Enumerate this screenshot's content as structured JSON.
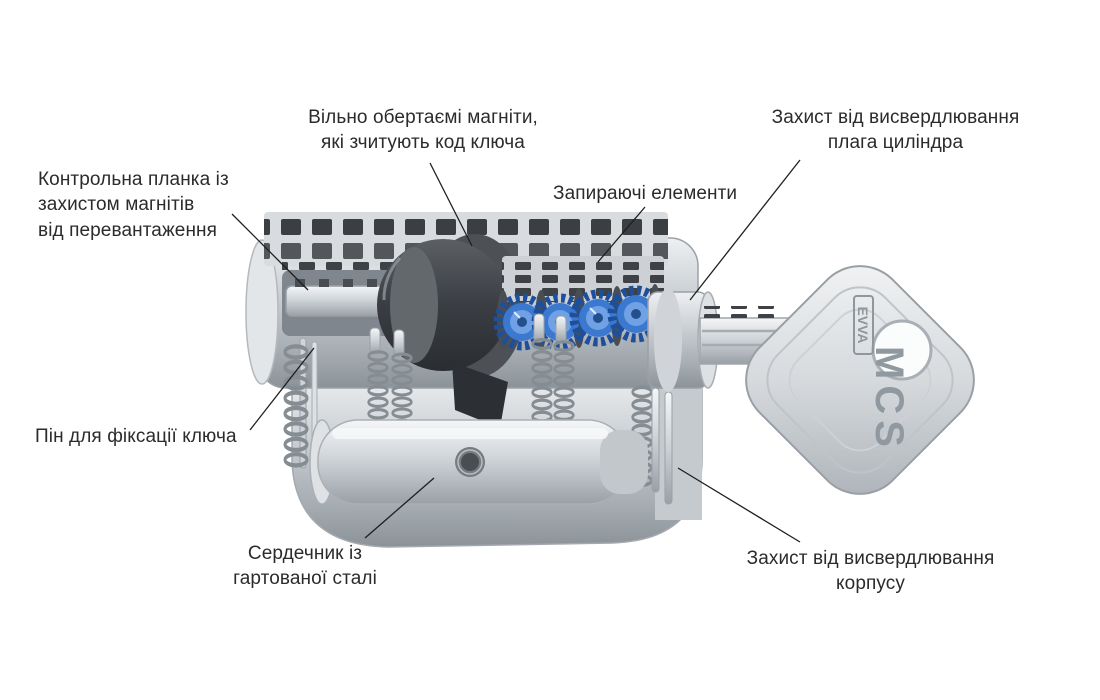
{
  "diagram": {
    "labels": {
      "magnets": {
        "lines": [
          "Вільно обертаємі магніти,",
          "які зчитують код ключа"
        ]
      },
      "drill_plug": {
        "lines": [
          "Захист від висвердлювання",
          "плага циліндра"
        ]
      },
      "control_bar": {
        "lines": [
          "Контрольна планка із",
          "захистом магнітів",
          "від перевантаження"
        ]
      },
      "locking": {
        "lines": [
          "Запираючі елементи"
        ]
      },
      "pin": {
        "lines": [
          "Пін для фіксації ключа"
        ]
      },
      "core": {
        "lines": [
          "Сердечник із",
          "гартованої сталі"
        ]
      },
      "drill_body": {
        "lines": [
          "Захист від висвердлювання",
          "корпусу"
        ]
      }
    },
    "key": {
      "brand": "EVVA",
      "model": "MCS"
    },
    "colors": {
      "background": "#ffffff",
      "label_text": "#2b2b2b",
      "leader_line": "#1f1f1f",
      "magnet_wheel_blue": "#3a79cf",
      "rotor_dark": "#3a3e43",
      "metal_light": "#e8eaec",
      "metal_mid": "#b9bfc5"
    }
  }
}
